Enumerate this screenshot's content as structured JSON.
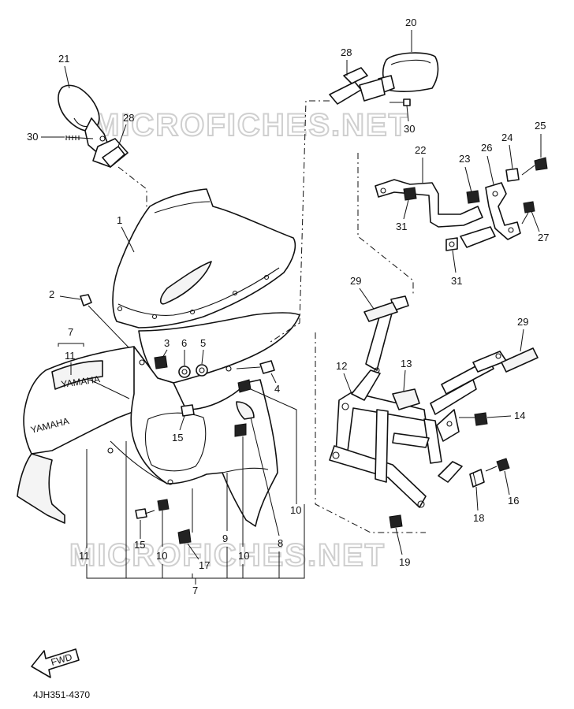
{
  "diagram": {
    "drawing_code": "4JH351-4370",
    "watermark": "MICROFICHES.NET",
    "fwd_arrow_text": "FWD",
    "fairing_brand_text": "YAMAHA",
    "callouts": {
      "c1": "1",
      "c2": "2",
      "c3": "3",
      "c4": "4",
      "c5": "5",
      "c6": "6",
      "c7a": "7",
      "c7b": "7",
      "c8": "8",
      "c9": "9",
      "c10a": "10",
      "c10b": "10",
      "c10c": "10",
      "c11a": "11",
      "c11b": "11",
      "c12": "12",
      "c13": "13",
      "c14": "14",
      "c15a": "15",
      "c15b": "15",
      "c16": "16",
      "c17": "17",
      "c18": "18",
      "c19": "19",
      "c20": "20",
      "c21": "21",
      "c22": "22",
      "c23": "23",
      "c24": "24",
      "c25": "25",
      "c26": "26",
      "c27": "27",
      "c28a": "28",
      "c28b": "28",
      "c29a": "29",
      "c29b": "29",
      "c30a": "30",
      "c30b": "30",
      "c31a": "31",
      "c31b": "31"
    }
  }
}
